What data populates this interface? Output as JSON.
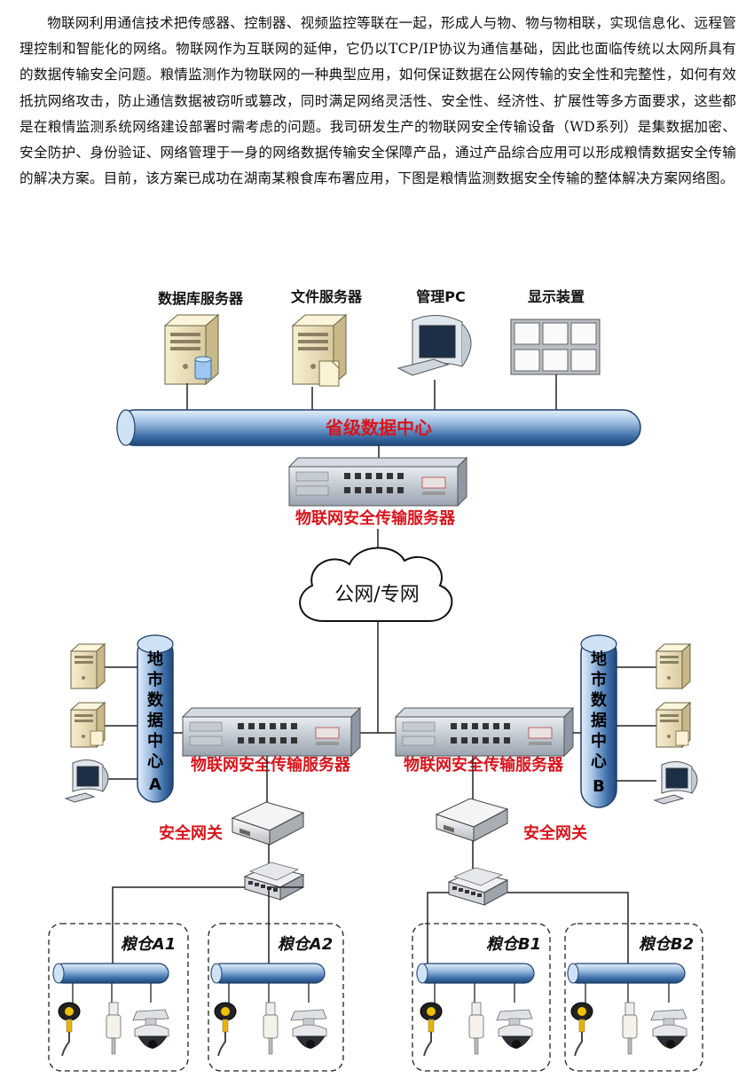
{
  "intro": {
    "paragraph": "物联网利用通信技术把传感器、控制器、视频监控等联在一起，形成人与物、物与物相联，实现信息化、远程管理控制和智能化的网络。物联网作为互联网的延伸，它仍以TCP/IP协议为通信基础，因此也面临传统以太网所具有的数据传输安全问题。粮情监测作为物联网的一种典型应用，如何保证数据在公网传输的安全性和完整性，如何有效抵抗网络攻击，防止通信数据被窃听或篡改，同时满足网络灵活性、安全性、经济性、扩展性等多方面要求，这些都是在粮情监测系统网络建设部署时需考虑的问题。我司研发生产的物联网安全传输设备（WD系列）是集数据加密、安全防护、身份验证、网络管理于一身的网络数据传输安全保障产品，通过产品综合应用可以形成粮情数据安全传输的解决方案。目前，该方案已成功在湖南某粮食库布署应用，下图是粮情监测数据安全传输的整体解决方案网络图。"
  },
  "diagram": {
    "top_devices": {
      "db_server": "数据库服务器",
      "file_server": "文件服务器",
      "admin_pc": "管理PC",
      "display": "显示装置"
    },
    "provincial_center": "省级数据中心",
    "iot_server_top": "物联网安全传输服务器",
    "network_cloud": "公网/专网",
    "iot_server_a": "物联网安全传输服务器",
    "iot_server_b": "物联网安全传输服务器",
    "city_center_a": [
      "地",
      "市",
      "数",
      "据",
      "中",
      "心",
      "A"
    ],
    "city_center_b": [
      "地",
      "市",
      "数",
      "据",
      "中",
      "心",
      "B"
    ],
    "gateway_a": "安全网关",
    "gateway_b": "安全网关",
    "granaries": {
      "a1": "粮仓A1",
      "a2": "粮仓A2",
      "b1": "粮仓B1",
      "b2": "粮仓B2"
    },
    "colors": {
      "label_red": "#d8141c",
      "bus_light": "#bcd4ee",
      "bus_dark": "#2f5f9a",
      "bus_outline": "#1f3f6a"
    }
  }
}
